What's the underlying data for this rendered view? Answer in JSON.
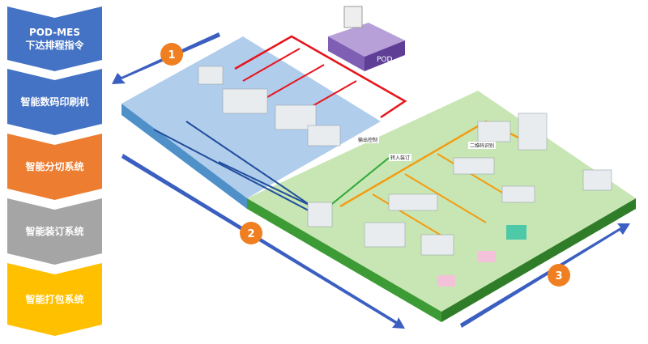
{
  "steps": [
    {
      "label": "POD-MES\n下达排程指令",
      "color": "#4472c4"
    },
    {
      "label": "智能数码印刷机",
      "color": "#4472c4"
    },
    {
      "label": "智能分切系统",
      "color": "#ed7d31"
    },
    {
      "label": "智能装订系统",
      "color": "#a5a5a5"
    },
    {
      "label": "智能打包系统",
      "color": "#ffc000"
    }
  ],
  "badges": [
    "1",
    "2",
    "3"
  ],
  "pod_label": "POD",
  "labels": {
    "output_control": "输出控制",
    "to_binding": "转入装订",
    "qr_recognition": "二维码识别"
  },
  "colors": {
    "badge": "#f07f22",
    "arrow": "#3b5fc0",
    "print_zone": "#a9c8ea",
    "green_zone": "#c8e6b4",
    "red_line": "#e8141c",
    "orange_line": "#f39c12",
    "blue_line": "#1f4e9c",
    "green_line": "#2ea836"
  }
}
